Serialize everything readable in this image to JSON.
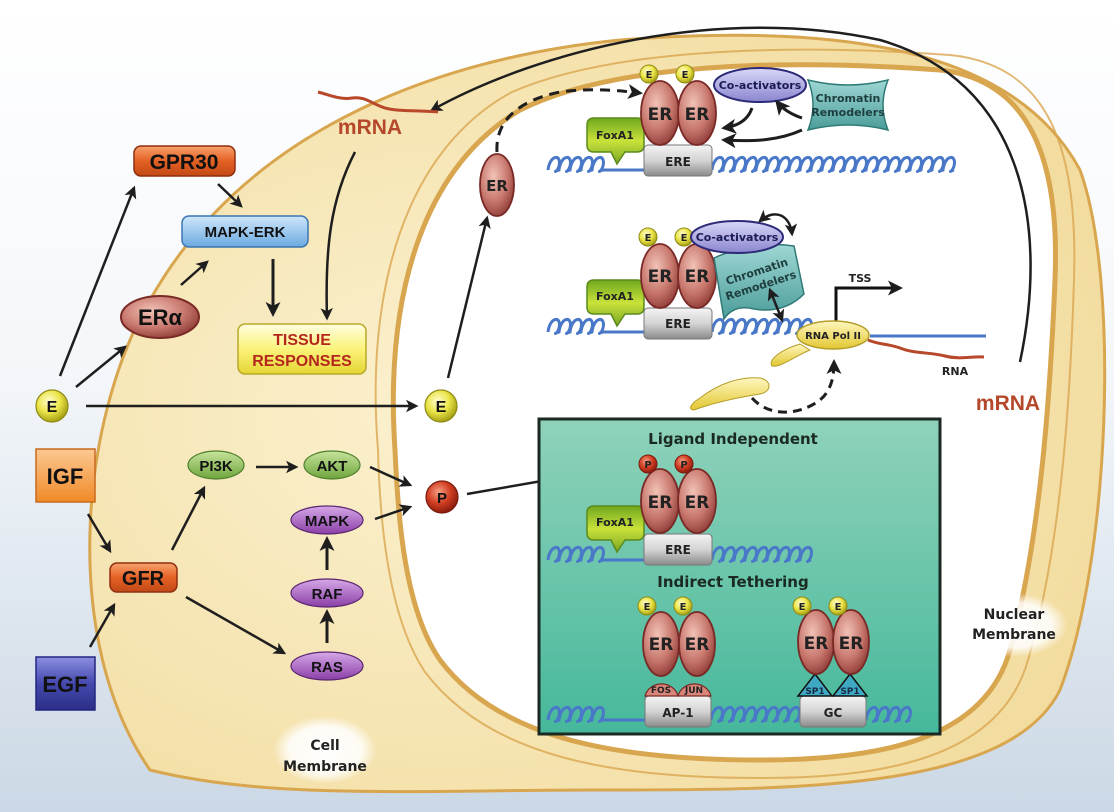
{
  "colors": {
    "background_top": "#ffffff",
    "background_bottom": "#cfdbe7",
    "membrane": "#f3dc9e",
    "membrane_edge": "#d9a650",
    "er": "#b8605a",
    "estrogen": "#e5e040",
    "phospho": "#c9331f",
    "foxa1": "#9cc436",
    "coactivators": "#9a98d8",
    "chromatin_remodelers": "#6fb8b6",
    "dna": "#4a78c8",
    "rna": "#b8482a",
    "box_panel": "#5cbfa6",
    "gpr30": "#e3642a",
    "mapk_erk": "#8fc2ec",
    "tissue": "#f7ef6a",
    "tissue_text": "#b5261d",
    "pi3k_akt": "#8fbf5a",
    "mapk_pathway": "#a765be",
    "igf": "#f39a40",
    "egf": "#4045a8",
    "pol2": "#f2dc54",
    "mrna_text": "#b5482a"
  },
  "extracellular": {
    "estrogen": "E",
    "igf": "IGF",
    "egf": "EGF"
  },
  "membrane_receptors": {
    "gpr30": "GPR30",
    "gfr": "GFR",
    "er_alpha": "ERα"
  },
  "cytoplasm": {
    "mapk_erk": "MAPK-ERK",
    "tissue_responses_line1": "TISSUE",
    "tissue_responses_line2": "RESPONSES",
    "mrna_label": "mRNA",
    "pi3k": "PI3K",
    "akt": "AKT",
    "mapk": "MAPK",
    "raf": "RAF",
    "ras": "RAS",
    "phospho": "P",
    "estrogen_inner": "E",
    "er_free": "ER"
  },
  "membranes": {
    "cell_line1": "Cell",
    "cell_line2": "Membrane",
    "nuclear_line1": "Nuclear",
    "nuclear_line2": "Membrane"
  },
  "nucleus": {
    "classical": {
      "er": "ER",
      "estrogen": "E",
      "foxa1": "FoxA1",
      "ere": "ERE",
      "coactivators": "Co-activators",
      "chromatin_line1": "Chromatin",
      "chromatin_line2": "Remodelers"
    },
    "transcription": {
      "er": "ER",
      "estrogen": "E",
      "foxa1": "FoxA1",
      "ere": "ERE",
      "coactivators": "Co-activators",
      "chromatin_line1": "Chromatin",
      "chromatin_line2": "Remodelers",
      "tss": "TSS",
      "pol2": "RNA Pol II",
      "rna": "RNA",
      "mrna": "mRNA"
    },
    "box": {
      "ligand_title": "Ligand Independent",
      "phospho": "P",
      "er": "ER",
      "foxa1": "FoxA1",
      "ere": "ERE",
      "tether_title": "Indirect Tethering",
      "estrogen": "E",
      "fos": "FOS",
      "jun": "JUN",
      "ap1": "AP-1",
      "sp1": "SP1",
      "gc": "GC"
    }
  }
}
